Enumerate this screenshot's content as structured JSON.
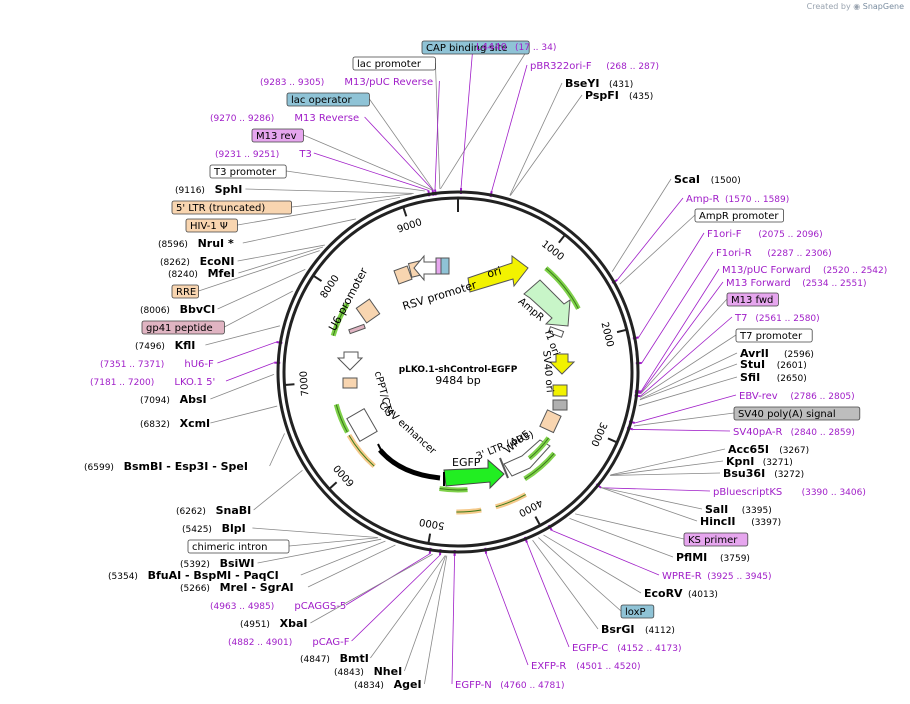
{
  "watermark": {
    "prefix": "Created by",
    "brand": "SnapGene"
  },
  "plasmid": {
    "name": "pLKO.1-shControl-EGFP",
    "length_label": "9484 bp",
    "length": 9484
  },
  "ticks": [
    "1000",
    "2000",
    "3000",
    "4000",
    "5000",
    "6000",
    "7000",
    "8000",
    "9000"
  ],
  "features": [
    {
      "label": "RSV promoter"
    },
    {
      "label": "ori"
    },
    {
      "label": "AmpR"
    },
    {
      "label": "f1 ori"
    },
    {
      "label": "SV40 ori"
    },
    {
      "label": "3' LTR (ΔU3)"
    },
    {
      "label": "WPRE"
    },
    {
      "label": "EGFP"
    },
    {
      "label": "CMV enhancer"
    },
    {
      "label": "cPPT/CTS"
    },
    {
      "label": "U6 promoter"
    }
  ],
  "left_labels": [
    {
      "kind": "box",
      "text": "CAP binding site",
      "fill": "#8fc3d6"
    },
    {
      "kind": "box",
      "text": "lac promoter",
      "fill": "#ffffff"
    },
    {
      "kind": "primer",
      "pos": "(9283 .. 9305)",
      "text": "M13/pUC Reverse"
    },
    {
      "kind": "box",
      "text": "lac operator",
      "fill": "#8fc3d6"
    },
    {
      "kind": "primer",
      "pos": "(9270 .. 9286)",
      "text": "M13 Reverse"
    },
    {
      "kind": "box",
      "text": "M13 rev",
      "fill": "#e6a6ee"
    },
    {
      "kind": "primer",
      "pos": "(9231 .. 9251)",
      "text": "T3"
    },
    {
      "kind": "box",
      "text": "T3 promoter",
      "fill": "#ffffff"
    },
    {
      "kind": "site",
      "pos": "(9116)",
      "text": "SphI"
    },
    {
      "kind": "box",
      "text": "5' LTR (truncated)",
      "fill": "#f8d5b0"
    },
    {
      "kind": "box",
      "text": "HIV-1 Ψ",
      "fill": "#f8d5b0"
    },
    {
      "kind": "site",
      "pos": "(8596)",
      "text": "NruI *"
    },
    {
      "kind": "site",
      "pos": "(8262)",
      "text": "EcoNI"
    },
    {
      "kind": "site",
      "pos": "(8240)",
      "text": "MfeI"
    },
    {
      "kind": "box",
      "text": "RRE",
      "fill": "#f8d5b0"
    },
    {
      "kind": "site",
      "pos": "(8006)",
      "text": "BbvCI"
    },
    {
      "kind": "box",
      "text": "gp41 peptide",
      "fill": "#e0b4c2"
    },
    {
      "kind": "site",
      "pos": "(7496)",
      "text": "KflI"
    },
    {
      "kind": "primer",
      "pos": "(7351 .. 7371)",
      "text": "hU6-F"
    },
    {
      "kind": "primer",
      "pos": "(7181 .. 7200)",
      "text": "LKO.1 5'"
    },
    {
      "kind": "site",
      "pos": "(7094)",
      "text": "AbsI"
    },
    {
      "kind": "site",
      "pos": "(6832)",
      "text": "XcmI"
    },
    {
      "kind": "site",
      "pos": "(6599)",
      "text": "BsmBI - Esp3I - SpeI"
    },
    {
      "kind": "site",
      "pos": "(6262)",
      "text": "SnaBI"
    },
    {
      "kind": "site",
      "pos": "(5425)",
      "text": "BlpI"
    },
    {
      "kind": "box",
      "text": "chimeric intron",
      "fill": "#ffffff"
    },
    {
      "kind": "site",
      "pos": "(5392)",
      "text": "BsiWI"
    },
    {
      "kind": "site",
      "pos": "(5354)",
      "text": "BfuAI - BspMI - PaqCI"
    },
    {
      "kind": "site",
      "pos": "(5266)",
      "text": "MreI - SgrAI"
    },
    {
      "kind": "primer",
      "pos": "(4963 .. 4985)",
      "text": "pCAGGS-5"
    },
    {
      "kind": "site",
      "pos": "(4951)",
      "text": "XbaI"
    },
    {
      "kind": "primer",
      "pos": "(4882 .. 4901)",
      "text": "pCAG-F"
    },
    {
      "kind": "site",
      "pos": "(4847)",
      "text": "BmtI"
    },
    {
      "kind": "site",
      "pos": "(4843)",
      "text": "NheI"
    },
    {
      "kind": "site",
      "pos": "(4834)",
      "text": "AgeI"
    }
  ],
  "right_labels": [
    {
      "kind": "primer",
      "pos": "(17 .. 34)",
      "text": "L4440"
    },
    {
      "kind": "primer",
      "pos": "(268 .. 287)",
      "text": "pBR322ori-F"
    },
    {
      "kind": "site",
      "pos": "(431)",
      "text": "BseYI"
    },
    {
      "kind": "site",
      "pos": "(435)",
      "text": "PspFI"
    },
    {
      "kind": "site",
      "pos": "(1500)",
      "text": "ScaI"
    },
    {
      "kind": "primer",
      "pos": "(1570 .. 1589)",
      "text": "Amp-R"
    },
    {
      "kind": "box",
      "text": "AmpR promoter",
      "fill": "#ffffff"
    },
    {
      "kind": "primer",
      "pos": "(2075 .. 2096)",
      "text": "F1ori-F"
    },
    {
      "kind": "primer",
      "pos": "(2287 .. 2306)",
      "text": "F1ori-R"
    },
    {
      "kind": "primer",
      "pos": "(2520 .. 2542)",
      "text": "M13/pUC Forward"
    },
    {
      "kind": "primer",
      "pos": "(2534 .. 2551)",
      "text": "M13 Forward"
    },
    {
      "kind": "box",
      "text": "M13 fwd",
      "fill": "#e6a6ee"
    },
    {
      "kind": "primer",
      "pos": "(2561 .. 2580)",
      "text": "T7"
    },
    {
      "kind": "box",
      "text": "T7 promoter",
      "fill": "#ffffff"
    },
    {
      "kind": "site",
      "pos": "(2596)",
      "text": "AvrII"
    },
    {
      "kind": "site",
      "pos": "(2601)",
      "text": "StuI"
    },
    {
      "kind": "site",
      "pos": "(2650)",
      "text": "SfiI"
    },
    {
      "kind": "primer",
      "pos": "(2786 .. 2805)",
      "text": "EBV-rev"
    },
    {
      "kind": "box",
      "text": "SV40 poly(A) signal",
      "fill": "#bdbdbd"
    },
    {
      "kind": "primer",
      "pos": "(2840 .. 2859)",
      "text": "SV40pA-R"
    },
    {
      "kind": "site",
      "pos": "(3267)",
      "text": "Acc65I"
    },
    {
      "kind": "site",
      "pos": "(3271)",
      "text": "KpnI"
    },
    {
      "kind": "site",
      "pos": "(3272)",
      "text": "Bsu36I"
    },
    {
      "kind": "primer",
      "pos": "(3390 .. 3406)",
      "text": "pBluescriptKS"
    },
    {
      "kind": "site",
      "pos": "(3395)",
      "text": "SalI"
    },
    {
      "kind": "site",
      "pos": "(3397)",
      "text": "HincII"
    },
    {
      "kind": "box",
      "text": "KS primer",
      "fill": "#e6a6ee"
    },
    {
      "kind": "site",
      "pos": "(3759)",
      "text": "PflMI"
    },
    {
      "kind": "primer",
      "pos": "(3925 .. 3945)",
      "text": "WPRE-R"
    },
    {
      "kind": "site",
      "pos": "(4013)",
      "text": "EcoRV"
    },
    {
      "kind": "box",
      "text": "loxP",
      "fill": "#8fc3d6"
    },
    {
      "kind": "site",
      "pos": "(4112)",
      "text": "BsrGI"
    },
    {
      "kind": "primer",
      "pos": "(4152 .. 4173)",
      "text": "EGFP-C"
    },
    {
      "kind": "primer",
      "pos": "(4501 .. 4520)",
      "text": "EXFP-R"
    },
    {
      "kind": "primer",
      "pos": "(4760 .. 4781)",
      "text": "EGFP-N"
    }
  ]
}
